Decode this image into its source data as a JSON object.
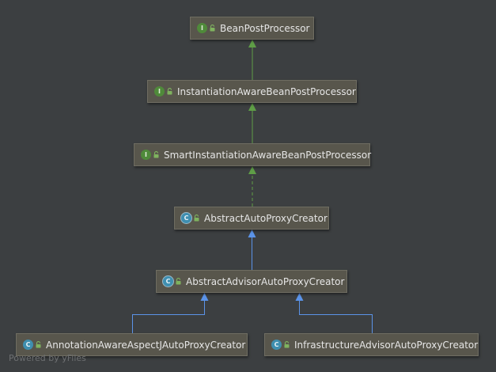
{
  "nodes": [
    {
      "id": "bean-post-processor",
      "label": "BeanPostProcessor",
      "kind": "interface",
      "badge": "I"
    },
    {
      "id": "instantiation-aware",
      "label": "InstantiationAwareBeanPostProcessor",
      "kind": "interface",
      "badge": "I"
    },
    {
      "id": "smart-instantiation-aware",
      "label": "SmartInstantiationAwareBeanPostProcessor",
      "kind": "interface",
      "badge": "I"
    },
    {
      "id": "abstract-auto-proxy-creator",
      "label": "AbstractAutoProxyCreator",
      "kind": "abstract",
      "badge": "C"
    },
    {
      "id": "abstract-advisor-auto-proxy-creator",
      "label": "AbstractAdvisorAutoProxyCreator",
      "kind": "abstract",
      "badge": "C"
    },
    {
      "id": "annotation-aware-aspectj",
      "label": "AnnotationAwareAspectJAutoProxyCreator",
      "kind": "class",
      "badge": "C"
    },
    {
      "id": "infrastructure-advisor",
      "label": "InfrastructureAdvisorAutoProxyCreator",
      "kind": "class",
      "badge": "C"
    }
  ],
  "edges": [
    {
      "from": "instantiation-aware",
      "to": "bean-post-processor",
      "type": "extends-interface"
    },
    {
      "from": "smart-instantiation-aware",
      "to": "instantiation-aware",
      "type": "extends-interface"
    },
    {
      "from": "abstract-auto-proxy-creator",
      "to": "smart-instantiation-aware",
      "type": "implements"
    },
    {
      "from": "abstract-advisor-auto-proxy-creator",
      "to": "abstract-auto-proxy-creator",
      "type": "extends-class"
    },
    {
      "from": "annotation-aware-aspectj",
      "to": "abstract-advisor-auto-proxy-creator",
      "type": "extends-class"
    },
    {
      "from": "infrastructure-advisor",
      "to": "abstract-advisor-auto-proxy-creator",
      "type": "extends-class"
    }
  ],
  "colors": {
    "background": "#3c3f41",
    "interface_edge": "#5f9e47",
    "class_edge": "#5b93e8"
  },
  "watermark": "Powered by yFiles"
}
